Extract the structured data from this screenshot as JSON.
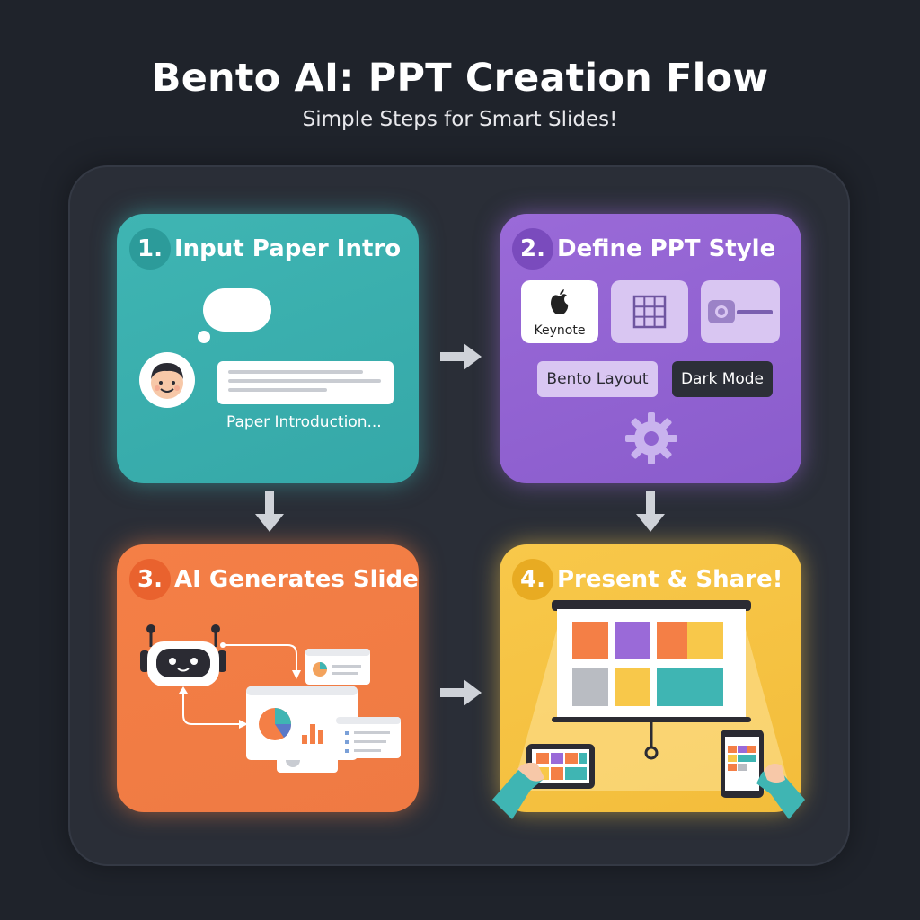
{
  "header": {
    "title": "Bento AI: PPT Creation Flow",
    "subtitle": "Simple Steps for Smart Slides!"
  },
  "steps": [
    {
      "number": "1.",
      "title": "Input Paper Intro",
      "color": "#3fb5b3"
    },
    {
      "number": "2.",
      "title": "Define PPT Style",
      "color": "#9a6ad8"
    },
    {
      "number": "3.",
      "title": "AI Generates Slides",
      "color": "#f47f46"
    },
    {
      "number": "4.",
      "title": "Present & Share!",
      "color": "#f8c84a"
    }
  ],
  "step1": {
    "input_caption": "Paper Introduction..."
  },
  "step2": {
    "keynote_label": "Keynote",
    "option_bento": "Bento Layout",
    "option_dark": "Dark Mode"
  },
  "colors": {
    "background": "#1f232b",
    "frame": "#2a2e37",
    "arrow": "#cfd2d8"
  },
  "icons": {
    "chat_bubble": "chat-bubble-icon",
    "user_avatar": "user-avatar-icon",
    "apple_logo": "apple-icon",
    "grid": "grid-icon",
    "photo_slider": "photo-slider-icon",
    "gear": "gear-icon",
    "robot": "robot-icon",
    "pie_chart": "pie-chart-icon",
    "projector_screen": "projector-screen-icon",
    "tablet": "tablet-icon",
    "phone": "phone-icon"
  }
}
